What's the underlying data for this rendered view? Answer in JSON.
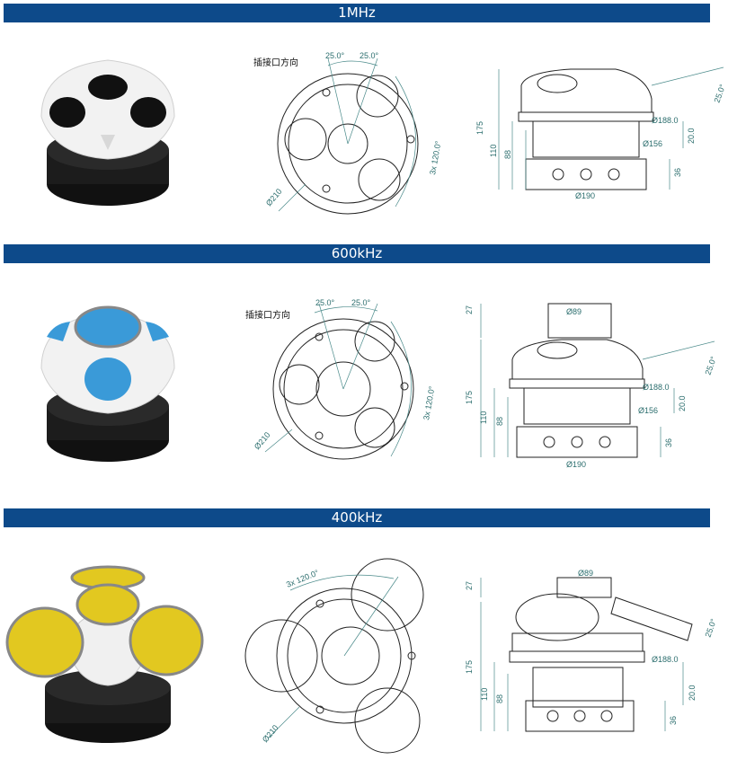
{
  "sections": [
    {
      "title": "1MHz",
      "top_view": {
        "connector_label": "插接口方向",
        "angle_a": "25.0°",
        "angle_b": "25.0°",
        "pattern": "3x 120.0°",
        "diameter": "Ø210"
      },
      "side_view": {
        "d1": "Ø188.0",
        "d2": "Ø156",
        "d3": "Ø190",
        "h_total": "175",
        "h_mid": "110",
        "h_low": "88",
        "h_top": "20.0",
        "h_base": "36",
        "tilt": "25.0°"
      }
    },
    {
      "title": "600kHz",
      "top_view": {
        "connector_label": "插接口方向",
        "angle_a": "25.0°",
        "angle_b": "25.0°",
        "pattern": "3x 120.0°",
        "diameter": "Ø210"
      },
      "side_view": {
        "top_d": "Ø89",
        "top_h": "27",
        "d1": "Ø188.0",
        "d2": "Ø156",
        "d3": "Ø190",
        "h_total": "175",
        "h_mid": "110",
        "h_low": "88",
        "h_top": "20.0",
        "h_base": "36",
        "tilt": "25.0°"
      }
    },
    {
      "title": "400kHz",
      "top_view": {
        "pattern": "3x 120.0°",
        "diameter": "Ø210"
      },
      "side_view": {
        "top_d": "Ø89",
        "top_h": "27",
        "d1": "Ø188.0",
        "h_total": "175",
        "h_mid": "110",
        "h_low": "88",
        "h_top": "20.0",
        "h_base": "36",
        "tilt": "25.0°"
      }
    }
  ],
  "colors": {
    "band": "#0d4a8a",
    "face_1mhz": "#1b1b1b",
    "face_600k": "#3a9ad8",
    "face_400k": "#e2c820"
  }
}
